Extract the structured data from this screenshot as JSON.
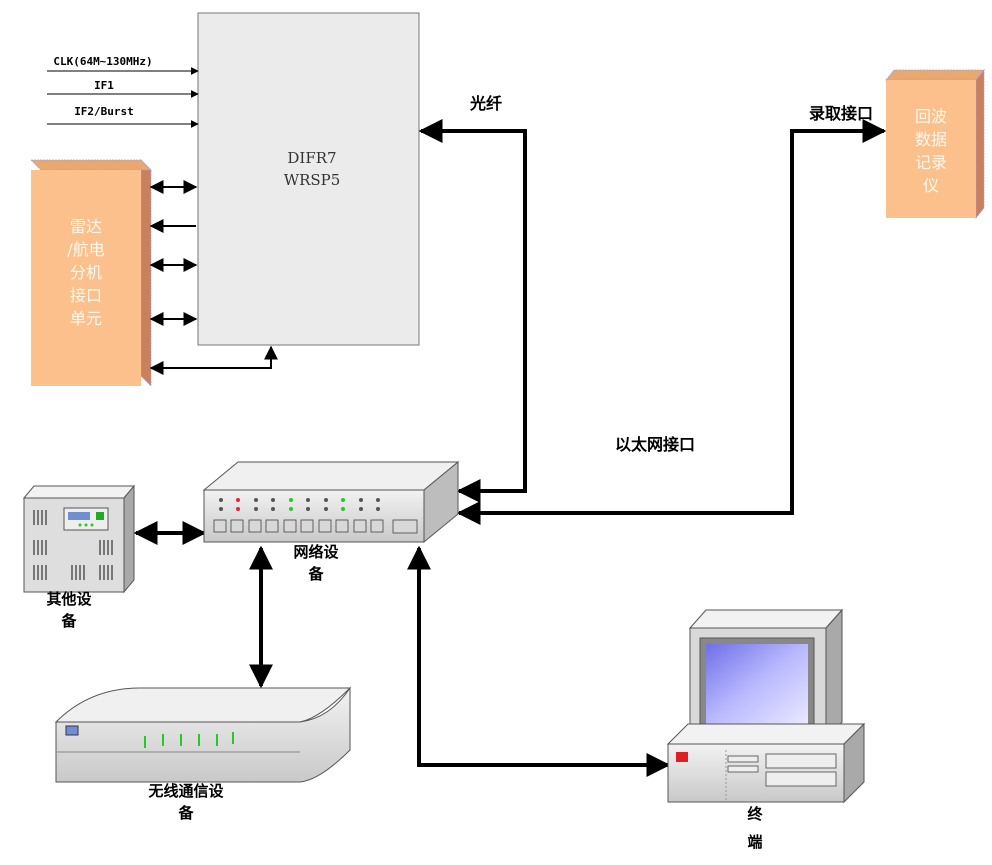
{
  "inputs": {
    "clk": "CLK(64M~130MHz)",
    "if1": "IF1",
    "if2": "IF2/Burst"
  },
  "main_block": {
    "line1": "DIFR7",
    "line2": "WRSP5"
  },
  "radar_unit": {
    "lines": [
      "雷达",
      "/航电",
      "分机",
      "接口",
      "单元"
    ]
  },
  "recorder": {
    "lines": [
      "回波",
      "数据",
      "记录",
      "仪"
    ]
  },
  "labels": {
    "fiber": "光纤",
    "record_interface": "录取接口",
    "ethernet_interface": "以太网接口"
  },
  "devices": {
    "network": [
      "网络设",
      "备"
    ],
    "other": [
      "其他设",
      "备"
    ],
    "wireless": [
      "无线通信设",
      "备"
    ],
    "terminal": [
      "终",
      "端"
    ]
  },
  "colors": {
    "orange_box": "#fbc08c",
    "gray_block": "#ebebeb",
    "line": "#000000"
  }
}
